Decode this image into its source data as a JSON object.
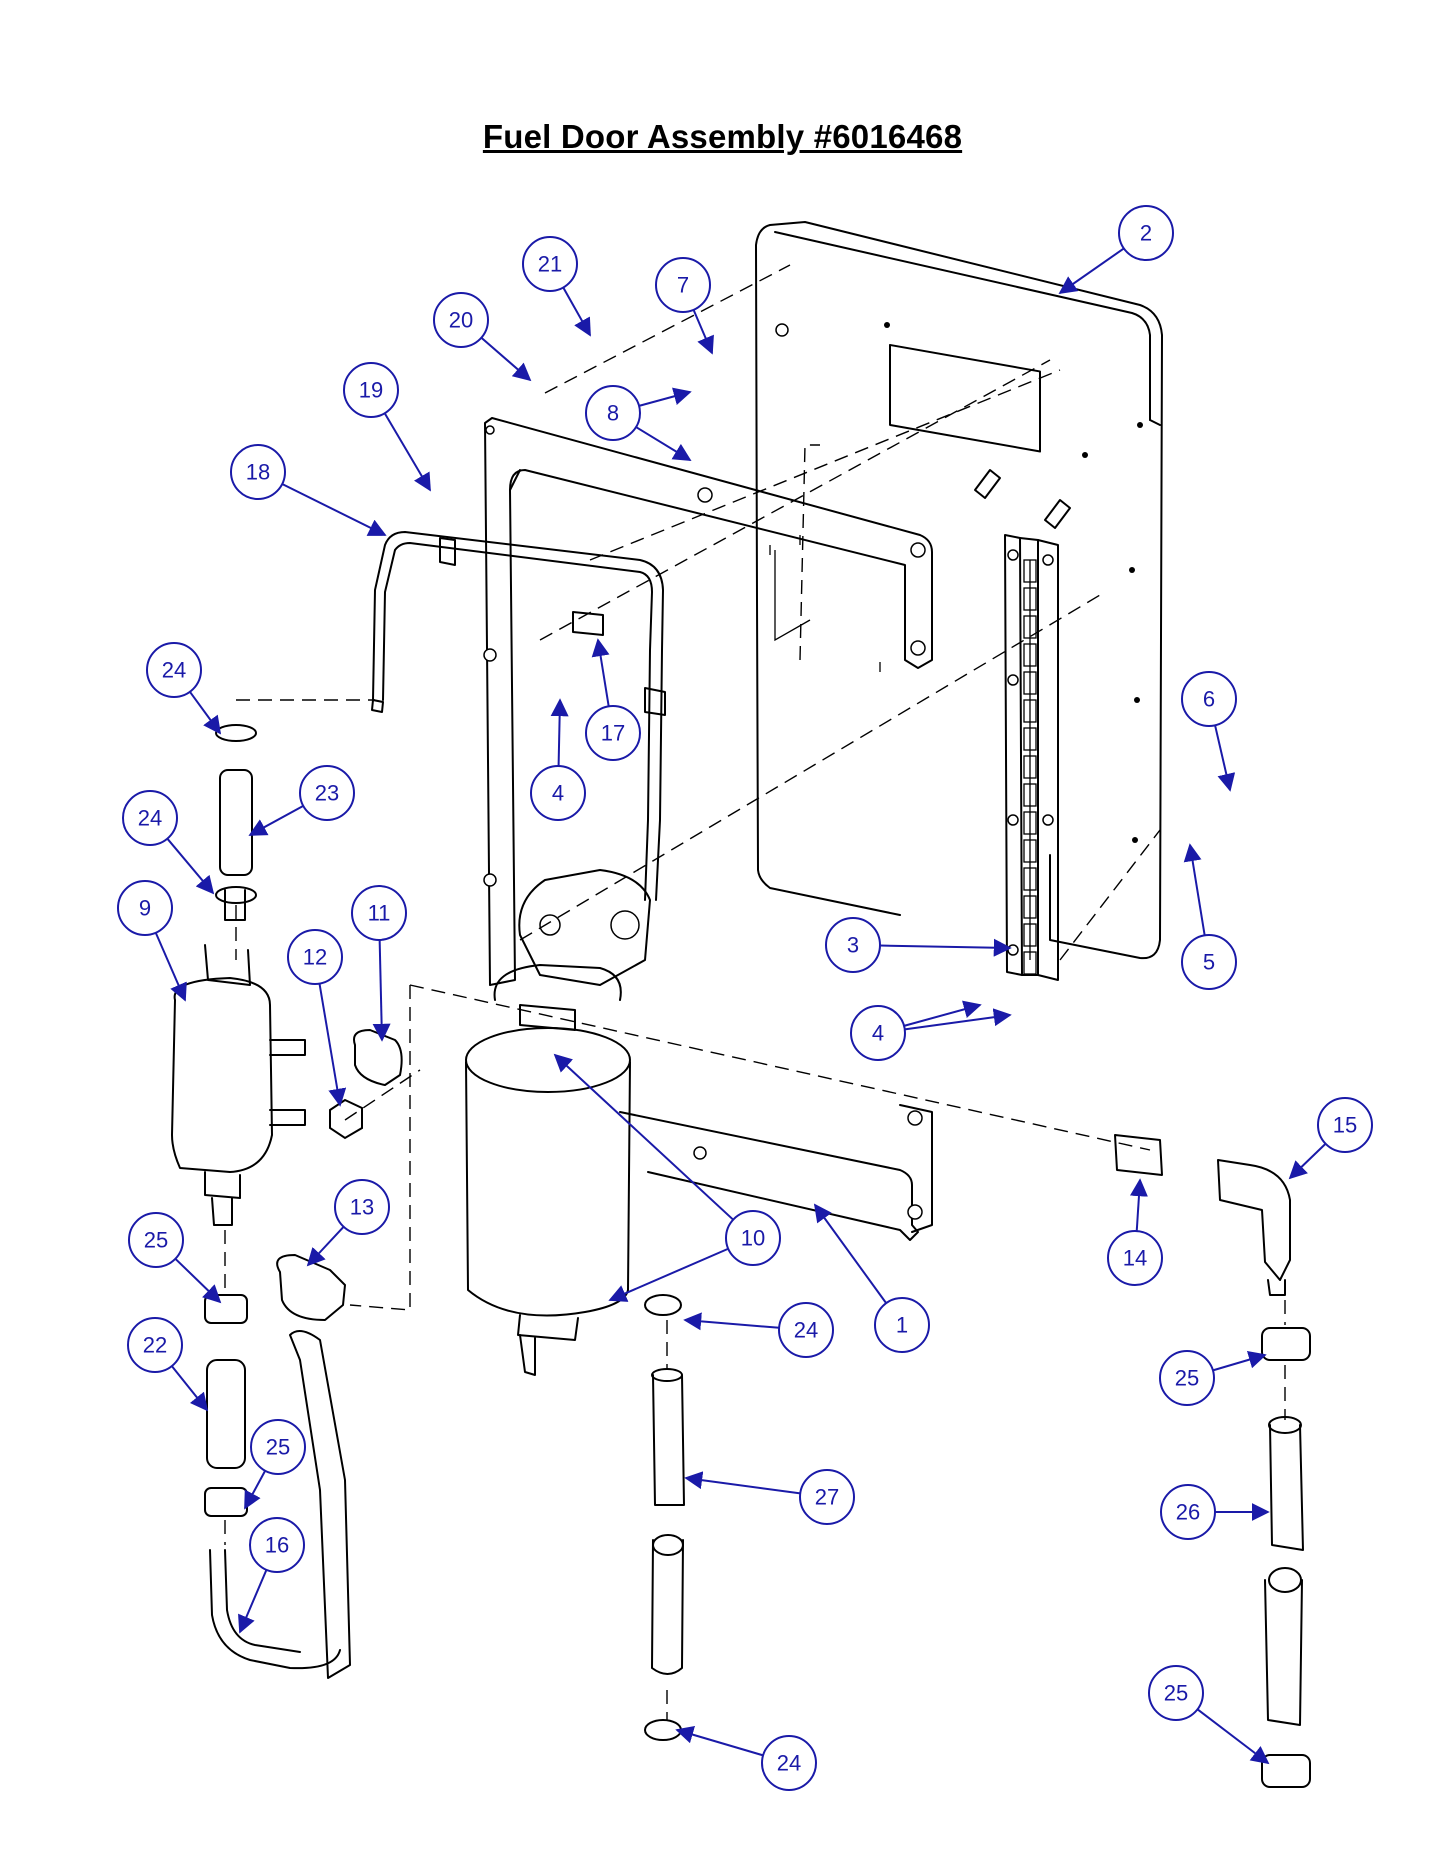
{
  "title": "Fuel Door Assembly #6016468",
  "callouts": [
    {
      "label": "1"
    },
    {
      "label": "2"
    },
    {
      "label": "3"
    },
    {
      "label": "4"
    },
    {
      "label": "4"
    },
    {
      "label": "5"
    },
    {
      "label": "6"
    },
    {
      "label": "7"
    },
    {
      "label": "8"
    },
    {
      "label": "9"
    },
    {
      "label": "10"
    },
    {
      "label": "11"
    },
    {
      "label": "12"
    },
    {
      "label": "13"
    },
    {
      "label": "14"
    },
    {
      "label": "15"
    },
    {
      "label": "16"
    },
    {
      "label": "17"
    },
    {
      "label": "18"
    },
    {
      "label": "19"
    },
    {
      "label": "20"
    },
    {
      "label": "21"
    },
    {
      "label": "22"
    },
    {
      "label": "23"
    },
    {
      "label": "24"
    },
    {
      "label": "24"
    },
    {
      "label": "24"
    },
    {
      "label": "24"
    },
    {
      "label": "25"
    },
    {
      "label": "25"
    },
    {
      "label": "25"
    },
    {
      "label": "25"
    },
    {
      "label": "26"
    },
    {
      "label": "27"
    }
  ],
  "colors": {
    "callout": "#1a1aa8",
    "line": "#000000",
    "background": "#ffffff"
  }
}
